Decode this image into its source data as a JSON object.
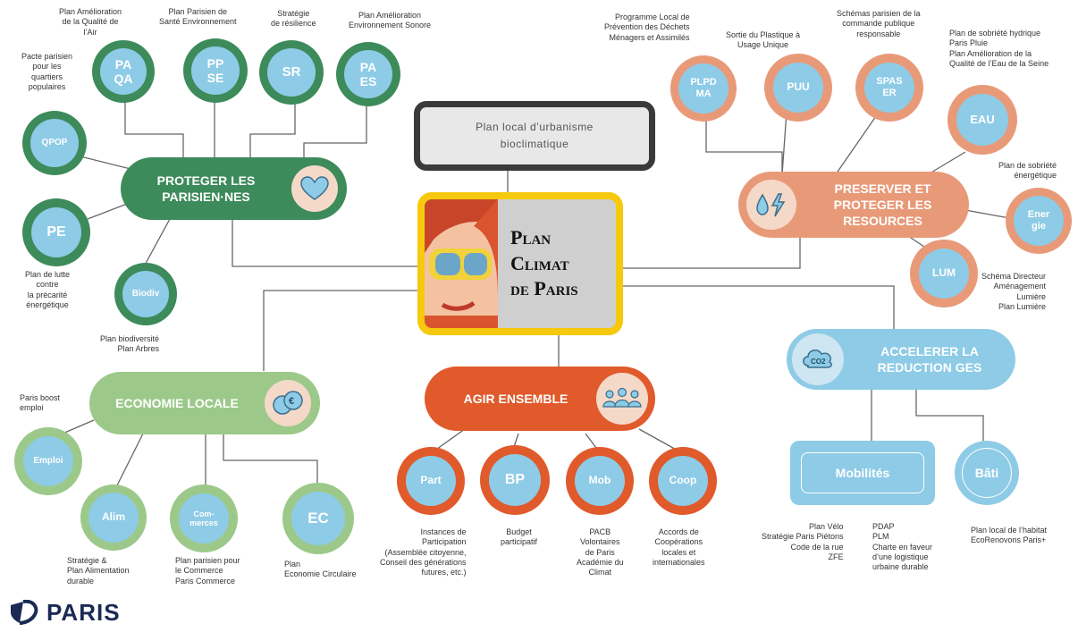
{
  "center": {
    "title_line1": "Plan",
    "title_line2": "Climat",
    "title_line3": "de Paris"
  },
  "top_box": {
    "label": "Plan local d’urbanisme\nbioclimatique"
  },
  "branches": {
    "proteger": {
      "label": "PROTEGER LES\nPARISIEN·NES",
      "icon": "heart-hands-icon"
    },
    "preserver": {
      "label": "PRESERVER ET\nPROTEGER LES\nRESOURCES",
      "icon": "water-energy-icon"
    },
    "accelerer": {
      "label": "ACCELERER LA\nREDUCTION GES",
      "icon": "co2-cloud-icon"
    },
    "agir": {
      "label": "AGIR ENSEMBLE",
      "icon": "people-group-icon"
    },
    "economie": {
      "label": "ECONOMIE LOCALE",
      "icon": "coins-icon"
    }
  },
  "nodes": {
    "paqa": {
      "abbr": "PA\nQA",
      "desc": "Plan Amélioration\nde la Qualité de\nl’Air"
    },
    "ppse": {
      "abbr": "PP\nSE",
      "desc": "Plan Parisien de\nSanté Environnement"
    },
    "sr": {
      "abbr": "SR",
      "desc": "Stratégie\nde résilience"
    },
    "paes": {
      "abbr": "PA\nES",
      "desc": "Plan Amélioration\nEnvironnement Sonore"
    },
    "qpop": {
      "abbr": "QPOP",
      "desc": "Pacte parisien\npour les\nquartiers\npopulaires"
    },
    "pe": {
      "abbr": "PE",
      "desc": "Plan de lutte\ncontre\nla précarité\nénergétique"
    },
    "biodiv": {
      "abbr": "Biodiv",
      "desc": "Plan biodiversité\nPlan Arbres"
    },
    "plpdma": {
      "abbr": "PLPD\nMA",
      "desc": "Programme Local de\nPrévention des Déchets\nMénagers et Assimilés"
    },
    "puu": {
      "abbr": "PUU",
      "desc": "Sortie du Plastique à\nUsage Unique"
    },
    "spaser": {
      "abbr": "SPAS\nER",
      "desc": "Schémas parisien de la\ncommande publique\nresponsable"
    },
    "eau": {
      "abbr": "EAU",
      "desc": "Plan de sobriété hydrique\nParis Pluie\nPlan Amélioration de la\nQualité de l’Eau de la Seine"
    },
    "energie": {
      "abbr": "Ener\ngie",
      "desc": "Plan de sobriété\nénergétique"
    },
    "lum": {
      "abbr": "LUM",
      "desc": "Schéma Directeur\nAménagement\nLumière\nPlan Lumière"
    },
    "mobilites": {
      "abbr": "Mobilités",
      "desc_left": "Plan Vélo\nStratégie Paris Piétons\nCode de la rue\nZFE",
      "desc_right": "PDAP\nPLM\nCharte en faveur\nd’une logistique\nurbaine durable"
    },
    "bati": {
      "abbr": "Bâti",
      "desc": "Plan local de l’habitat\nEcoRenovons Paris+"
    },
    "part": {
      "abbr": "Part",
      "desc": "Instances de\nParticipation\n(Assemblée citoyenne,\nConseil des générations\nfutures, etc.)"
    },
    "bp": {
      "abbr": "BP",
      "desc": "Budget\nparticipatif"
    },
    "mob": {
      "abbr": "Mob",
      "desc": "PACB\nVolontaires\nde Paris\nAcadémie du\nClimat"
    },
    "coop": {
      "abbr": "Coop",
      "desc": "Accords de\nCoopérations\nlocales et\ninternationales"
    },
    "emploi": {
      "abbr": "Emploi",
      "desc": "Paris boost\nemploi"
    },
    "alim": {
      "abbr": "Alim",
      "desc": "Stratégie &\nPlan Alimentation\ndurable"
    },
    "commerces": {
      "abbr": "Com-\nmerces",
      "desc": "Plan parisien pour\nle Commerce\nParis Commerce"
    },
    "ec": {
      "abbr": "EC",
      "desc": "Plan\nEconomie Circulaire"
    }
  },
  "logo": {
    "text": "PARIS",
    "icon": "paris-logo-icon"
  },
  "colors": {
    "green": "#3d8b5a",
    "orange": "#e89a78",
    "red": "#e05a2b",
    "light_green": "#9cc98a",
    "blue": "#8ecbe6",
    "yellow": "#f6c90e"
  }
}
